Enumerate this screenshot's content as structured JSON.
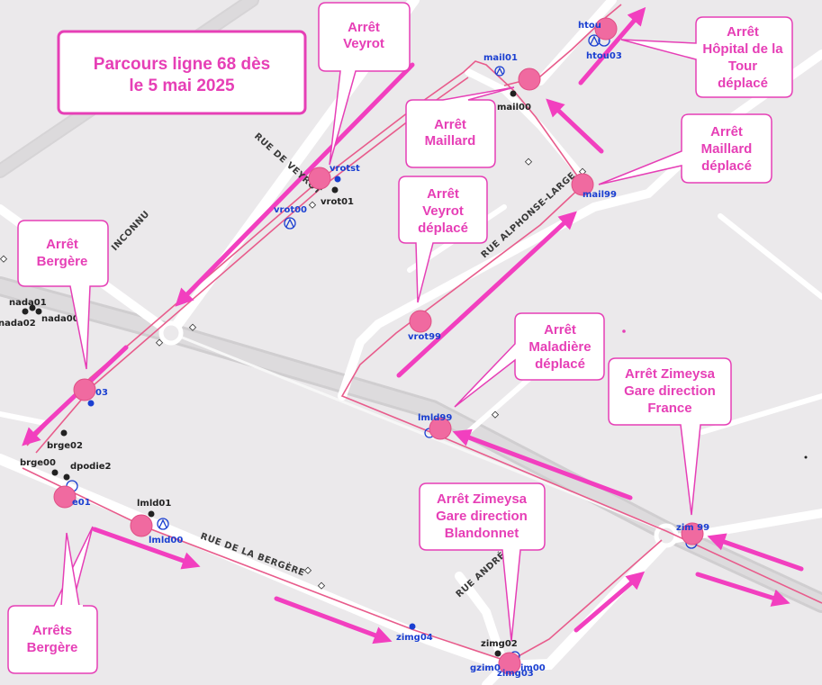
{
  "title": {
    "line1": "Parcours ligne 68 dès",
    "line2": "le 5 mai 2025"
  },
  "colors": {
    "accent": "#e63fb6",
    "route": "#e85c8c",
    "stop_marker": "#f06aa0",
    "background": "#ebe9eb",
    "road": "#ffffff",
    "stop_code_blue": "#1a3fd1",
    "stop_code_dark": "#222222"
  },
  "streets": {
    "veyrot": "RUE DE VEYROT",
    "inconnu": "INCONNU",
    "alphonse": "RUE ALPHONSE-LARGE",
    "bergere": "RUE DE LA BERGÈRE",
    "andre": "RUE ANDRÉ"
  },
  "callouts": {
    "veyrot": [
      "Arrêt",
      "Veyrot"
    ],
    "maillard": [
      "Arrêt",
      "Maillard"
    ],
    "hopital": [
      "Arrêt",
      "Hôpital de la",
      "Tour",
      "déplacé"
    ],
    "maillard_moved": [
      "Arrêt",
      "Maillard",
      "déplacé"
    ],
    "veyrot_moved": [
      "Arrêt",
      "Veyrot",
      "déplacé"
    ],
    "bergere": [
      "Arrêt",
      "Bergère"
    ],
    "maladiere": [
      "Arrêt",
      "Maladière",
      "déplacé"
    ],
    "zimeysa_france": [
      "Arrêt Zimeysa",
      "Gare direction",
      "France"
    ],
    "zimeysa_blandonnet": [
      "Arrêt Zimeysa",
      "Gare direction",
      "Blandonnet"
    ],
    "bergere_stops": [
      "Arrêts",
      "Bergère"
    ]
  },
  "stop_codes": {
    "htou": "htou",
    "htou03": "htou03",
    "mail01": "mail01",
    "mail00": "mail00",
    "vrotst": "vrotst",
    "vrot01": "vrot01",
    "vrot00": "vrot00",
    "mail99": "mail99",
    "vrot99": "vrot99",
    "nada01": "nada01",
    "nada00": "nada00",
    "nada02": "nada02",
    "brge03": "03",
    "brge02": "brge02",
    "brge00": "brge00",
    "dpodie2": "dpodie2",
    "brge01": "e01",
    "lmld01": "lmld01",
    "lmld00": "lmld00",
    "lmld99": "lmld99",
    "zimg99": "zim 99",
    "zimg04": "zimg04",
    "zimg02": "zimg02",
    "gzim": "gzim0",
    "zimg03": "zimg03",
    "zim00": "im00"
  }
}
